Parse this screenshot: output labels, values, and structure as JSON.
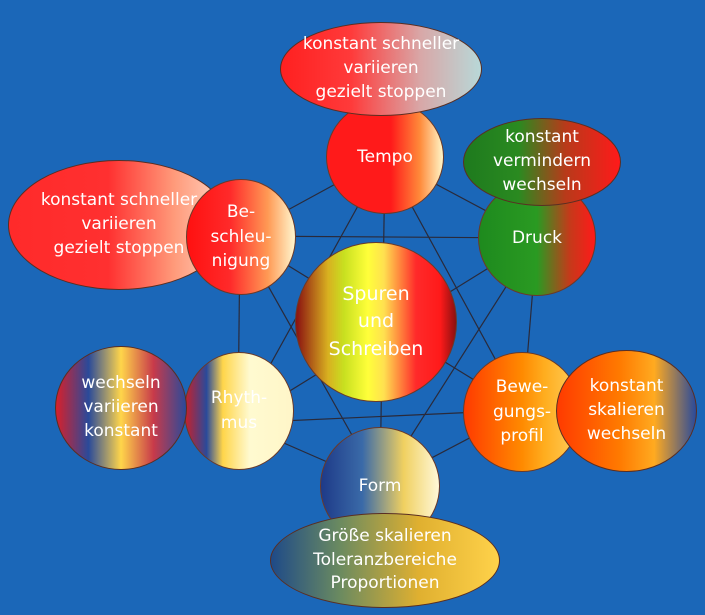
{
  "diagram": {
    "center": "Spuren\nund\nSchreiben",
    "nodes": {
      "tempo": "Tempo",
      "beschleunigung": "Be-\nschleu-\nnigung",
      "druck": "Druck",
      "rhythmus": "Rhyth-\nmus",
      "bewegungsprofil": "Bewe-\ngungs-\nprofil",
      "form": "Form"
    },
    "bubbles": {
      "tempo": "konstant schneller\nvariieren\ngezielt stoppen",
      "beschleunigung": "konstant schneller\nvariieren\ngezielt stoppen",
      "druck": "konstant\nvermindern\nwechseln",
      "rhythmus": "wechseln\nvariieren\nkonstant",
      "bewegungsprofil": "konstant\nskalieren\nwechseln",
      "form": "Größe skalieren\nToleranzbereiche\nProportionen"
    },
    "colors": {
      "background": "#1b67b8",
      "connector": "#2a2a3a"
    }
  }
}
